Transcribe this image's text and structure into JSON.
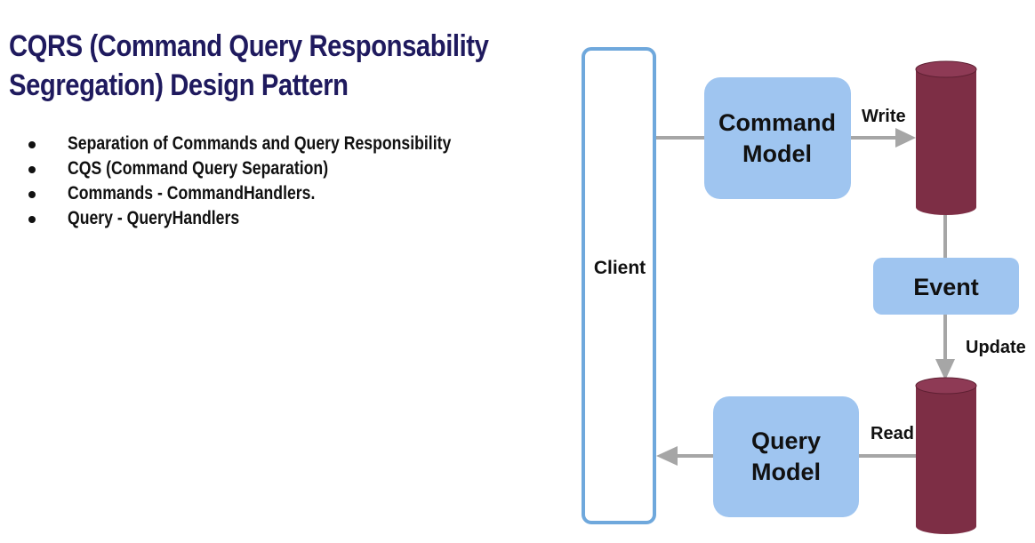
{
  "title": {
    "line1": "CQRS (Command Query Responsability",
    "line2": "Segregation) Design Pattern"
  },
  "bullets": [
    "Separation of Commands and Query Responsibility",
    "CQS (Command Query Separation)",
    "Commands - CommandHandlers.",
    "Query - QueryHandlers"
  ],
  "diagram": {
    "client": "Client",
    "command_model": {
      "line1": "Command",
      "line2": "Model"
    },
    "query_model": {
      "line1": "Query",
      "line2": "Model"
    },
    "event": "Event",
    "labels": {
      "write": "Write",
      "update": "Update",
      "read": "Read"
    }
  },
  "colors": {
    "title": "#1f1a5e",
    "box_fill": "#9fc5f0",
    "client_border": "#6fa8dc",
    "db_fill": "#7d2e45",
    "arrow": "#a6a6a6"
  }
}
